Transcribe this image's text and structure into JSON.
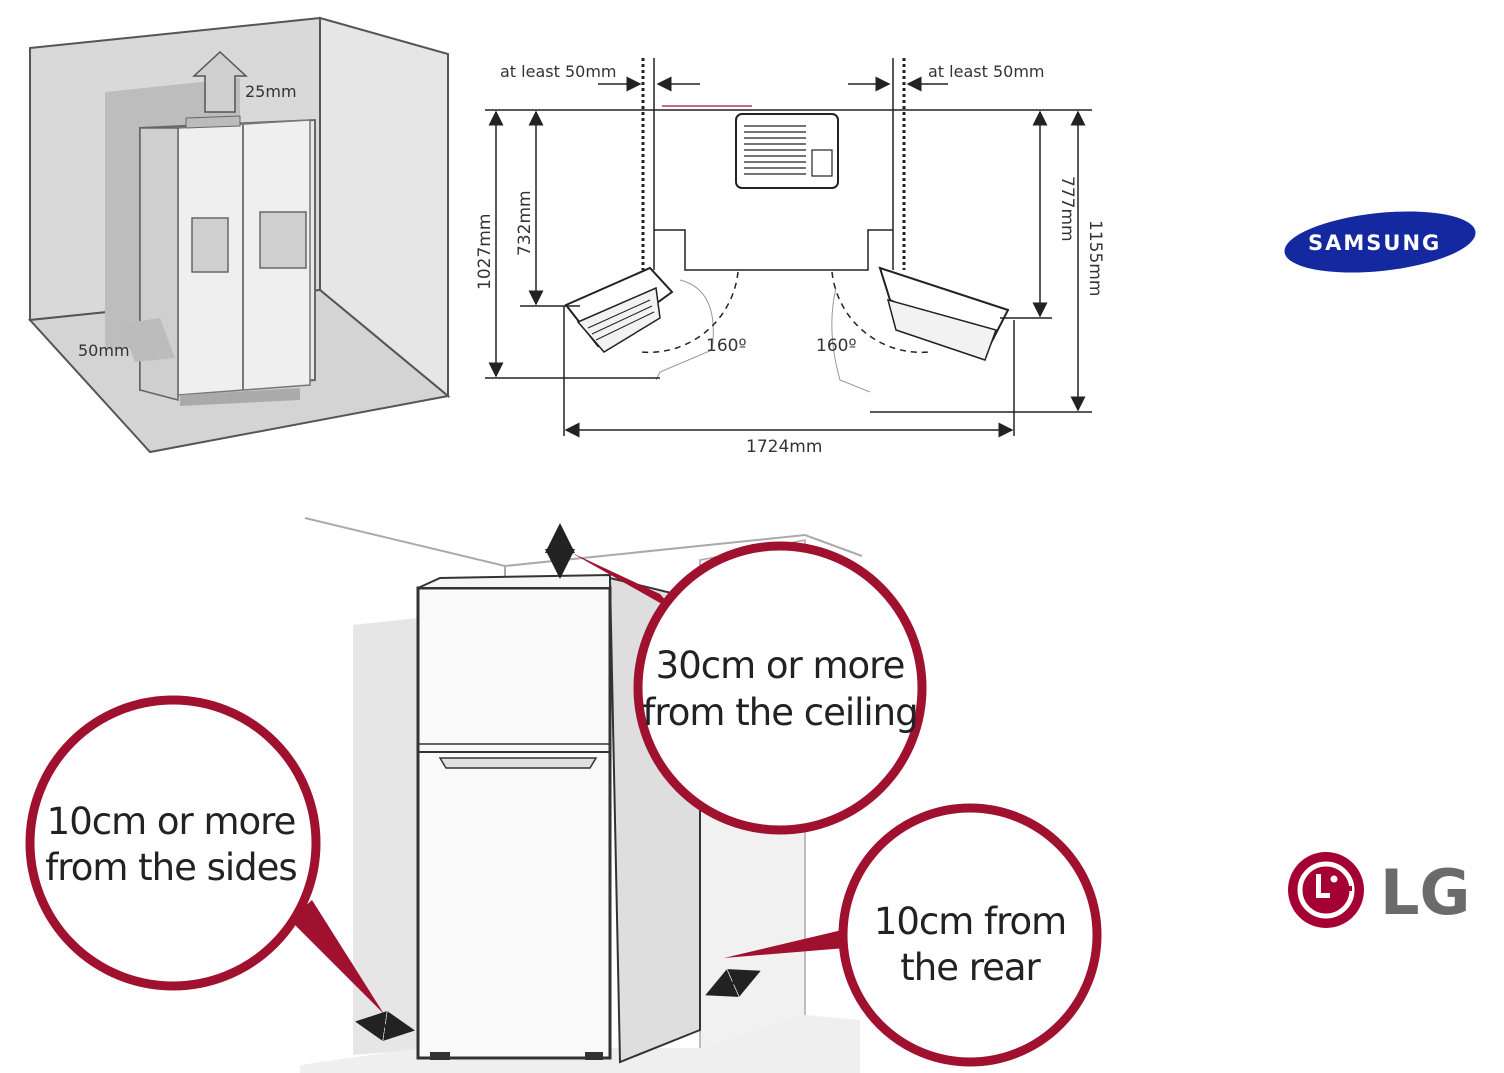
{
  "samsung_room": {
    "top_clearance": "25mm",
    "side_clearance": "50mm"
  },
  "samsung_plan": {
    "left_gap": "at least 50mm",
    "right_gap": "at least 50mm",
    "height_1027": "1027mm",
    "height_732": "732mm",
    "height_777": "777mm",
    "height_1155": "1155mm",
    "angle_left": "160º",
    "angle_right": "160º",
    "width_1724": "1724mm"
  },
  "lg_diagram": {
    "ceiling_line1": "30cm or more",
    "ceiling_line2": "from the ceiling",
    "sides_line1": "10cm or more",
    "sides_line2": "from the sides",
    "rear_line1": "10cm from",
    "rear_line2": "the rear"
  },
  "brands": {
    "samsung": "SAMSUNG",
    "lg": "LG"
  },
  "colors": {
    "callout_red": "#a0102f",
    "samsung_blue": "#1428a0",
    "lg_red": "#a50034",
    "lg_gray": "#6b6b6b"
  }
}
